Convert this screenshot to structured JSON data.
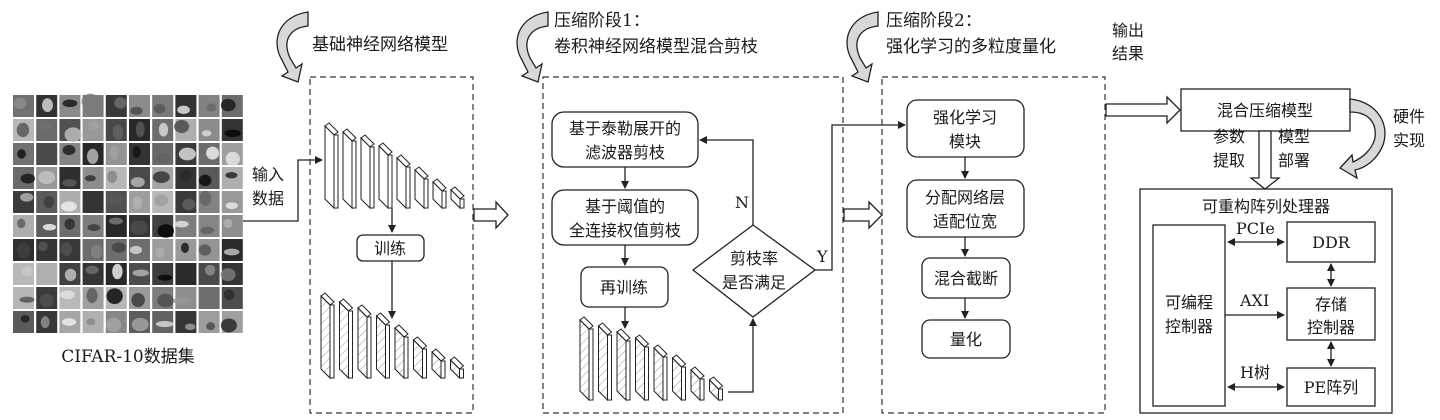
{
  "dataset": {
    "label": "CIFAR-10数据集"
  },
  "input_label": [
    "输入",
    "数据"
  ],
  "stage0": {
    "title": "基础神经网络模型",
    "train": "训练"
  },
  "stage1": {
    "title_line1": "压缩阶段1：",
    "title_line2": "卷积神经网络模型混合剪枝",
    "taylor_box": [
      "基于泰勒展开的",
      "滤波器剪枝"
    ],
    "threshold_box": [
      "基于阈值的",
      "全连接权值剪枝"
    ],
    "retrain": "再训练",
    "decision": [
      "剪枝率",
      "是否满足"
    ],
    "no_label": "N",
    "yes_label": "Y"
  },
  "stage2": {
    "title_line1": "压缩阶段2：",
    "title_line2": "强化学习的多粒度量化",
    "rl_box": [
      "强化学习",
      "模块"
    ],
    "alloc_box": [
      "分配网络层",
      "适配位宽"
    ],
    "truncate_box": "混合截断",
    "quant_box": "量化"
  },
  "output_label": [
    "输出",
    "结果"
  ],
  "model_box": "混合压缩模型",
  "hardware_label": [
    "硬件",
    "实现"
  ],
  "param_label": [
    "参数",
    "提取"
  ],
  "deploy_label": [
    "模型",
    "部署"
  ],
  "processor": {
    "title": "可重构阵列处理器",
    "controller": [
      "可编程",
      "控制器"
    ],
    "ddr": "DDR",
    "mem_ctrl": [
      "存储",
      "控制器"
    ],
    "pe_array": "PE阵列",
    "pcie": "PCIe",
    "axi": "AXI",
    "htree": "H树"
  }
}
